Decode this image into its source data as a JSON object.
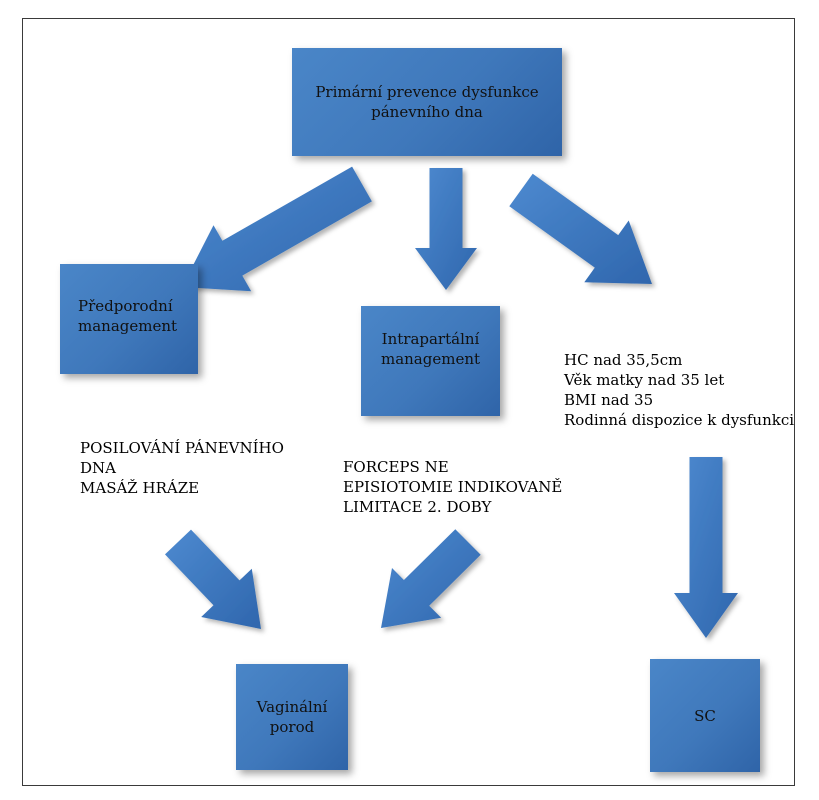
{
  "boxes": {
    "primary": {
      "lines": [
        "Primární prevence dysfunkce",
        "pánevního dna"
      ]
    },
    "antepartum": {
      "lines": [
        "Předporodní",
        "management"
      ]
    },
    "intrapartum": {
      "lines": [
        "Intrapartální",
        "management"
      ]
    },
    "vaginal": {
      "lines": [
        "Vaginální",
        "porod"
      ]
    },
    "sc": {
      "lines": [
        "SC"
      ]
    }
  },
  "texts": {
    "risk_factors": [
      "HC nad 35,5cm",
      "Věk matky nad 35 let",
      "BMI nad 35",
      "Rodinná dispozice k dysfunkci"
    ],
    "antepartum_notes": [
      "POSILOVÁNÍ PÁNEVNÍHO",
      "DNA",
      "MASÁŽ HRÁZE"
    ],
    "intrapartum_notes": [
      "FORCEPS NE",
      "EPISIOTOMIE INDIKOVANĚ",
      "LIMITACE 2. DOBY"
    ]
  },
  "colors": {
    "box_fill": "#3f78bb",
    "arrow_fill": "#3d78bd",
    "frame": "#3a3a3a"
  }
}
